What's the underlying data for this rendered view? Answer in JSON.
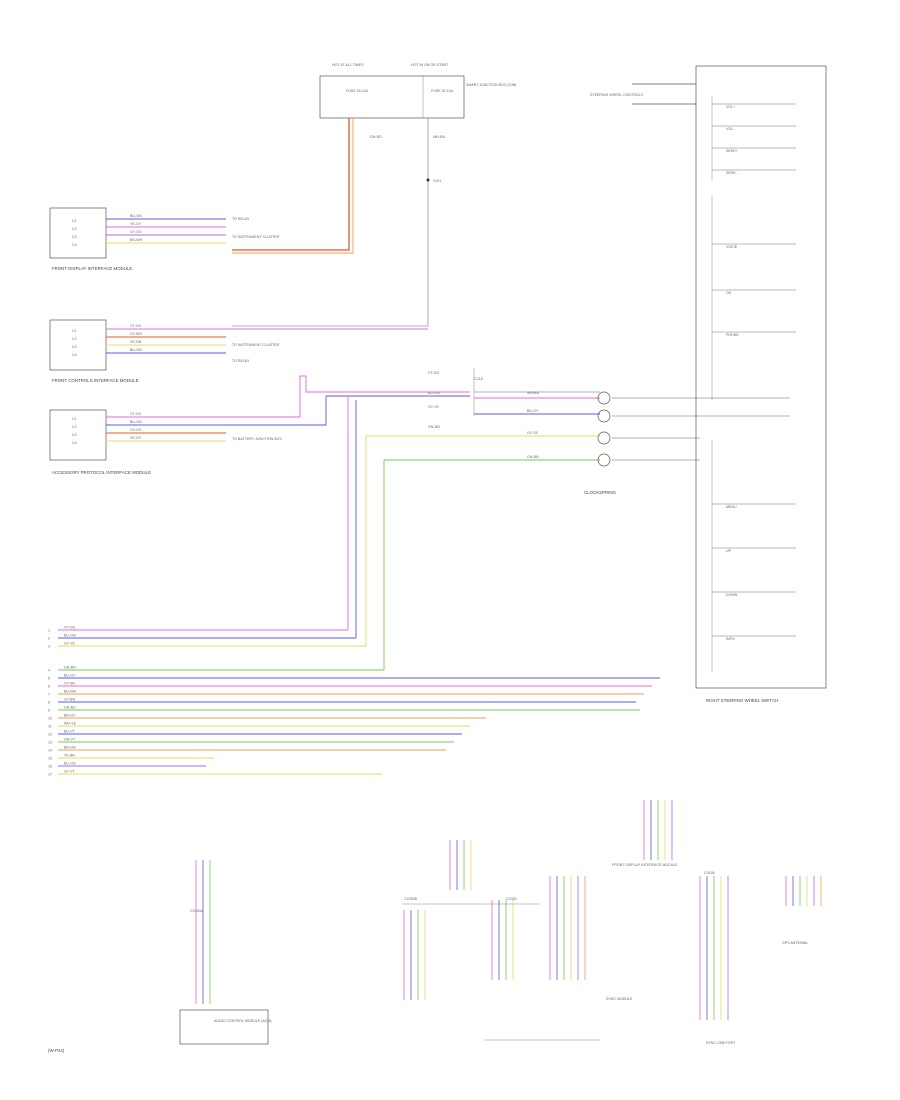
{
  "colors": {
    "red": "#e8542f",
    "orange": "#f0a050",
    "pink": "#e868d8",
    "blue": "#5a5ae8",
    "yellow": "#e8d860",
    "green": "#78c850",
    "gray": "#999999",
    "black": "#333333",
    "violet": "#a070e0"
  },
  "footer": {
    "note": "(W-P24)"
  },
  "fuse_box": {
    "hot_left": "HOT AT ALL TIMES",
    "hot_right": "HOT IN ON OR START",
    "fuse_left": "FUSE 18 10A",
    "fuse_right": "FUSE 32 10A",
    "caption": "SMART JUNCTION BOX (SJB)",
    "wire_left": "GN-RD",
    "wire_right": "WH-BU",
    "splice": "S101"
  },
  "front_display": {
    "caption": "FRONT DISPLAY INTERFACE MODULE",
    "pins": [
      "C1",
      "C2",
      "C3",
      "C4"
    ],
    "wires": [
      "BU-GN",
      "YE-GY",
      "GY-OG",
      "BN-WH"
    ],
    "note_top": "TO RELAY",
    "note_bottom": "TO INSTRUMENT CLUSTER"
  },
  "front_controls": {
    "caption": "FRONT CONTROLS INTERFACE MODULE",
    "pins": [
      "C1",
      "C2",
      "C3",
      "C4"
    ],
    "wires": [
      "VT-OG",
      "GY-WH",
      "YE-GN",
      "BU-GN"
    ],
    "note_top": "TO INSTRUMENT CLUSTER",
    "note_bottom": "TO RELAY"
  },
  "accessory": {
    "caption": "ACCESSORY PROTOCOL INTERFACE MODULE",
    "pins": [
      "C1",
      "C2",
      "C3",
      "C4"
    ],
    "wires": [
      "VT-OG",
      "BU-GN",
      "GY-OG",
      "YE-GY"
    ],
    "note": "TO BATTERY JUNCTION BOX"
  },
  "clockspring": {
    "caption": "CLOCKSPRING",
    "title": "C218",
    "wires_in": [
      "VT-OG",
      "BU-GN",
      "GY-YE",
      "GN-BN"
    ],
    "wires_out": [
      "WH-BU",
      "BU-GY",
      "GY-YE",
      "GN-BN"
    ]
  },
  "steering_switch": {
    "caption": "RIGHT STEERING WHEEL SWITCH",
    "groups": [
      {
        "items": [
          "VOL+",
          "VOL-",
          "SEEK+",
          "SEEK-"
        ]
      },
      {
        "items": [
          "VOICE",
          "OK",
          "PHONE"
        ]
      },
      {
        "items": [
          "MENU",
          "UP",
          "DOWN",
          "INFO"
        ]
      }
    ],
    "left_switch": "STEERING WHEEL CONTROLS"
  },
  "main_bus": {
    "wires": [
      "VT-OG",
      "BU-GN",
      "GY-YE",
      "GN-BN",
      "BU-GY",
      "VT-GN",
      "BU-WH",
      "GY-BN",
      "GN-BU",
      "BN-GY",
      "WH-YE",
      "BU-VT",
      "GN-VT",
      "BN-GN",
      "YE-BN",
      "BU-OG",
      "GY-VT"
    ]
  },
  "bottom_modules": {
    "audio_control": "AUDIO CONTROL MODULE (ACM)",
    "sync": "SYNC MODULE",
    "display": "FRONT DISPLAY INTERFACE MODULE",
    "gps": "GPS ANTENNA",
    "usb": "SYNC USB PORT",
    "connector_a": "C2280A",
    "connector_b": "C2280B",
    "connector_c": "C2383",
    "connector_d": "C3195"
  }
}
